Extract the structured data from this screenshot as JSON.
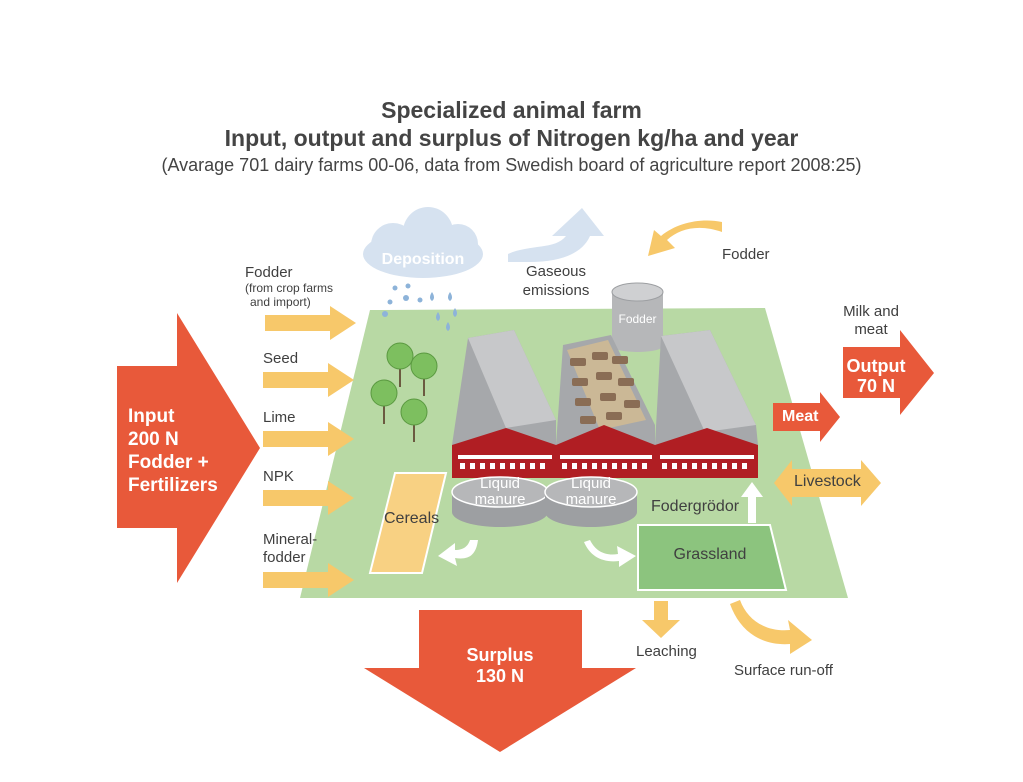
{
  "title": {
    "line1": "Specialized animal farm",
    "line2": "Input, output and surplus of Nitrogen kg/ha and year",
    "line3": "(Avarage 701 dairy farms 00-06, data from Swedish board of agriculture report 2008:25)"
  },
  "inputs": {
    "fodder": "Fodder",
    "fodder_note_1": "(from crop farms",
    "fodder_note_2": "and import)",
    "seed": "Seed",
    "lime": "Lime",
    "npk": "NPK",
    "mineral_1": "Mineral-",
    "mineral_2": "fodder"
  },
  "input_arrow": {
    "line1": "Input",
    "line2": "200 N",
    "line3": "Fodder +",
    "line4": "Fertilizers"
  },
  "deposition": "Deposition",
  "gaseous": {
    "line1": "Gaseous",
    "line2": "emissions"
  },
  "fodder_top": "Fodder",
  "silo_label": "Fodder",
  "output": {
    "milk_1": "Milk and",
    "milk_2": "meat",
    "arrow_1": "Output",
    "arrow_2": "70 N",
    "meat": "Meat",
    "livestock": "Livestock"
  },
  "farm": {
    "cereals": "Cereals",
    "manure1_1": "Liquid",
    "manure1_2": "manure",
    "manure2_1": "Liquid",
    "manure2_2": "manure",
    "fodergrodor": "Fodergrödor",
    "grassland": "Grassland"
  },
  "surplus": {
    "line1": "Surplus",
    "line2": "130 N"
  },
  "leaching": "Leaching",
  "runoff": "Surface run-off",
  "colors": {
    "red_orange": "#e8593a",
    "yellow": "#f7c86a",
    "field": "#b8d9a4",
    "barn_red": "#b01e23",
    "roof_grey": "#9d9fa2",
    "grassland": "#8cc47e",
    "cereals": "#f8d183",
    "cloud": "#d6e2f0"
  }
}
